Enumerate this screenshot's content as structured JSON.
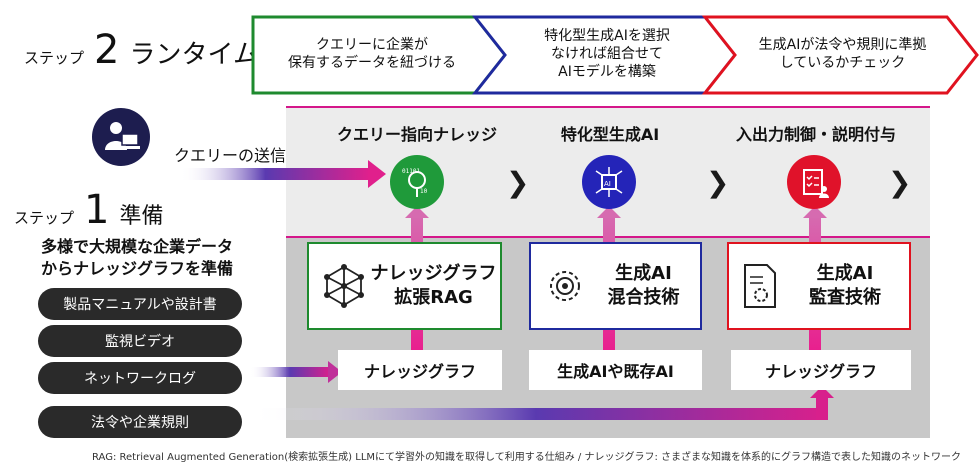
{
  "step2": {
    "label": "ステップ",
    "number": "2",
    "name": "ランタイム"
  },
  "step1": {
    "label": "ステップ",
    "number": "1",
    "name": "準備"
  },
  "chevrons": [
    {
      "text": "クエリーに企業が\n保有するデータを紐づける",
      "color": "#1e8a2e"
    },
    {
      "text": "特化型生成AIを選択\nなければ組合せて\nAIモデルを構築",
      "color": "#1f2a9e"
    },
    {
      "text": "生成AIが法令や規則に準拠\nしているかチェック",
      "color": "#e0121f"
    }
  ],
  "user": {
    "query_label": "クエリーの送信"
  },
  "columns": [
    {
      "title": "クエリー指向ナレッジ",
      "icon": "magnifier-binary-icon",
      "color": "#1f9a3a"
    },
    {
      "title": "特化型生成AI",
      "icon": "ai-chip-icon",
      "color": "#2424b8"
    },
    {
      "title": "入出力制御・説明付与",
      "icon": "checklist-icon",
      "color": "#e0122a"
    }
  ],
  "tech": [
    {
      "label": "ナレッジグラフ\n拡張RAG",
      "icon": "network-graph-icon",
      "border": "#1e8a2e"
    },
    {
      "label": "生成AI\n混合技術",
      "icon": "gear-chip-icon",
      "border": "#1f2a9e"
    },
    {
      "label": "生成AI\n監査技術",
      "icon": "document-gear-icon",
      "border": "#e0121f"
    }
  ],
  "sources": [
    "ナレッジグラフ",
    "生成AIや既存AI",
    "ナレッジグラフ"
  ],
  "prep": {
    "title": "多様で大規模な企業データ\nからナレッジグラフを準備",
    "items": [
      "製品マニュアルや設計書",
      "監視ビデオ",
      "ネットワークログ",
      "法令や企業規則"
    ]
  },
  "footnote": "RAG: Retrieval Augmented Generation(検索拡張生成) LLMにて学習外の知識を取得して利用する仕組み / ナレッジグラフ: さまざまな知識を体系的にグラフ構造で表した知識のネットワーク"
}
